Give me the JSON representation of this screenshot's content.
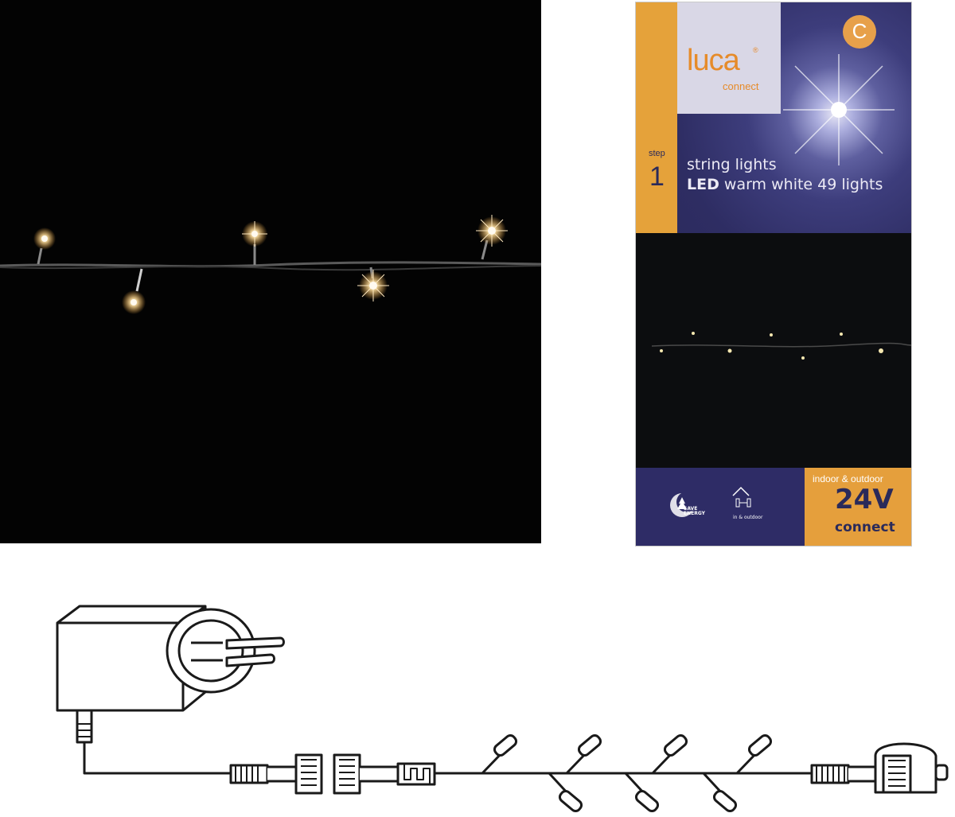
{
  "package": {
    "brand": "luca",
    "registered": "®",
    "sub_brand": "connect",
    "series_badge": "C",
    "step_label": "step",
    "step_number": "1",
    "title_line1": "string lights",
    "title_line2_bold": "LED",
    "title_line2_rest": " warm white 49 lights",
    "indoor_outdoor": "indoor & outdoor",
    "voltage": "24V",
    "voltage_sub": "connect",
    "save_energy_line1": "SAVE",
    "save_energy_line2": "ENERGY",
    "in_outdoor_icon_text": "in & outdoor"
  },
  "colors": {
    "box_orange": "#e5a23a",
    "box_navy": "#2e2c66",
    "bulb_glow": "#ffe6b0",
    "diagram_stroke": "#1a1a1a"
  }
}
